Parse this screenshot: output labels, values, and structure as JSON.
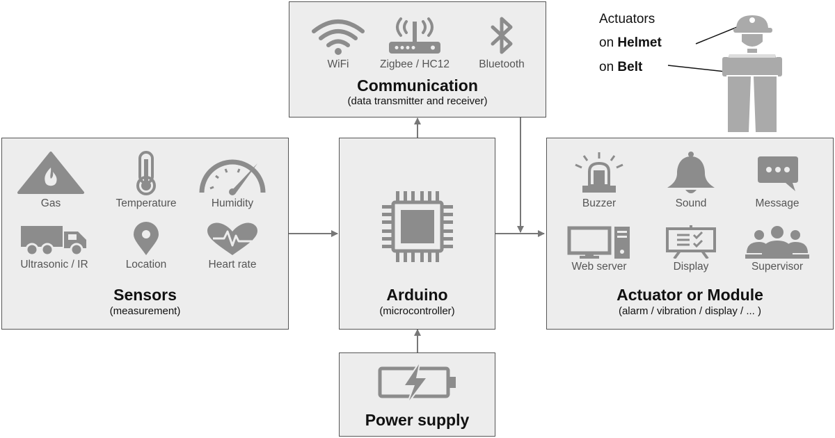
{
  "communication": {
    "title": "Communication",
    "subtitle": "(data transmitter and receiver)",
    "items": [
      {
        "label": "WiFi",
        "icon": "wifi-icon"
      },
      {
        "label": "Zigbee / HC12",
        "icon": "router-icon"
      },
      {
        "label": "Bluetooth",
        "icon": "bluetooth-icon"
      }
    ]
  },
  "sensors": {
    "title": "Sensors",
    "subtitle": "(measurement)",
    "items": [
      {
        "label": "Gas",
        "icon": "fire-warning-icon"
      },
      {
        "label": "Temperature",
        "icon": "thermometer-icon"
      },
      {
        "label": "Humidity",
        "icon": "gauge-icon"
      },
      {
        "label": "Ultrasonic / IR",
        "icon": "truck-icon"
      },
      {
        "label": "Location",
        "icon": "location-pin-icon"
      },
      {
        "label": "Heart rate",
        "icon": "heart-rate-icon"
      }
    ]
  },
  "arduino": {
    "title": "Arduino",
    "subtitle": "(microcontroller)",
    "icon": "chip-icon"
  },
  "actuator": {
    "title": "Actuator or Module",
    "subtitle": "(alarm / vibration / display / ... )",
    "items": [
      {
        "label": "Buzzer",
        "icon": "siren-icon"
      },
      {
        "label": "Sound",
        "icon": "bell-icon"
      },
      {
        "label": "Message",
        "icon": "message-icon"
      },
      {
        "label": "Web server",
        "icon": "computer-icon"
      },
      {
        "label": "Display",
        "icon": "presentation-board-icon"
      },
      {
        "label": "Supervisor",
        "icon": "group-icon"
      }
    ]
  },
  "power": {
    "title": "Power supply",
    "icon": "battery-charging-icon"
  },
  "worker": {
    "line1": "Actuators",
    "line2_prefix": "on",
    "line2_bold": "Helmet",
    "line3_prefix": "on",
    "line3_bold": "Belt",
    "icon": "worker-icon"
  },
  "colors": {
    "block_fill": "#ededed",
    "block_border": "#555555",
    "icon": "#8c8c8c",
    "arrow": "#777777",
    "label": "#555555"
  }
}
